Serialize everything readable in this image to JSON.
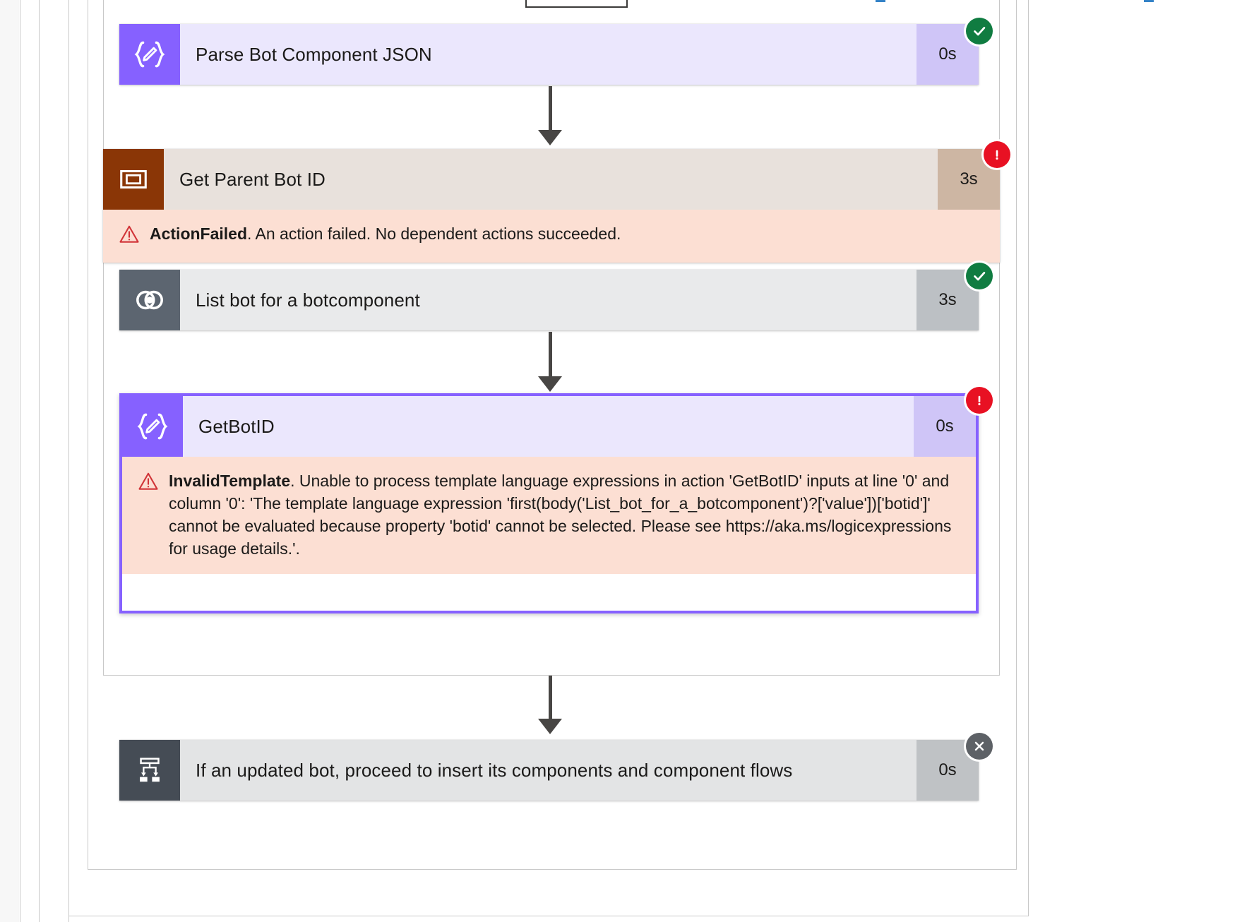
{
  "colors": {
    "accent_purple": "#8661ff",
    "purple_body": "#ebe7fd",
    "purple_duration": "#cfc5f7",
    "fail_brown": "#8a3606",
    "fail_body": "#e8e1dc",
    "fail_duration": "#cdb6a3",
    "gray_icon": "#5c6570",
    "gray_body": "#e9eaeb",
    "gray_duration": "#bcc0c4",
    "skip_icon": "#454c55",
    "error_banner_bg": "#fcdfd3",
    "badge_success": "#107c41",
    "badge_error": "#e81123",
    "badge_skipped": "#5d6166",
    "connector": "#484644",
    "container_border": "#c8c8c8"
  },
  "flow": {
    "actions": [
      {
        "id": "parse-bot-component-json",
        "name": "Parse Bot Component JSON",
        "duration": "0s",
        "status": "succeeded",
        "icon": "parse-json-icon",
        "theme": "th-ok-purple",
        "error": null
      },
      {
        "id": "get-parent-bot-id",
        "name": "Get Parent Bot ID",
        "duration": "3s",
        "status": "failed",
        "icon": "scope-icon",
        "theme": "th-fail-brown",
        "error": {
          "code": "ActionFailed",
          "message": ". An action failed. No dependent actions succeeded."
        }
      },
      {
        "id": "list-bot-for-a-botcomponent",
        "name": "List bot for a botcomponent",
        "duration": "3s",
        "status": "succeeded",
        "icon": "dataverse-icon",
        "theme": "th-ok-gray",
        "error": null
      },
      {
        "id": "getbotid",
        "name": "GetBotID",
        "duration": "0s",
        "status": "failed",
        "selected": true,
        "icon": "parse-json-icon",
        "theme": "th-ok-purple",
        "error": {
          "code": "InvalidTemplate",
          "message": ". Unable to process template language expressions in action 'GetBotID' inputs at line '0' and column '0': 'The template language expression 'first(body('List_bot_for_a_botcomponent')?['value'])['botid']' cannot be evaluated because property 'botid' cannot be selected. Please see https://aka.ms/logicexpressions for usage details.'."
        }
      },
      {
        "id": "if-an-updated-bot",
        "name": "If an updated bot, proceed to insert its components and component flows",
        "duration": "0s",
        "status": "skipped",
        "icon": "condition-branch-icon",
        "theme": "th-skip-gray",
        "error": null
      }
    ]
  }
}
